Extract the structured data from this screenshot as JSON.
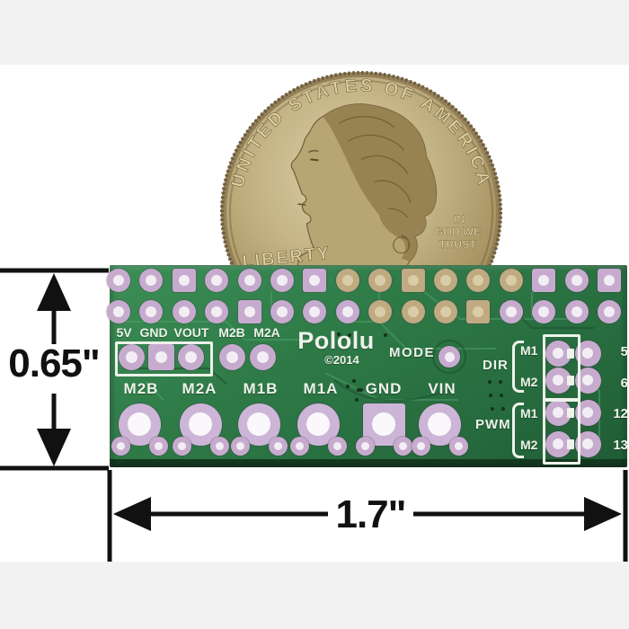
{
  "coin": {
    "top_arc_text": "UNITED STATES OF AMERICA",
    "liberty_text": "LIBERTY",
    "motto_line1": "IN",
    "motto_line2": "GOD WE",
    "motto_line3": "TRUST",
    "colors": {
      "gold_light": "#d9cc9f",
      "gold_dark": "#8a764e"
    }
  },
  "pcb": {
    "logo": "Pololu",
    "copyright": "©2014",
    "mode_label": "MODE",
    "header_pin_labels": [
      "5V",
      "GND",
      "VOUT",
      "M2B",
      "M2A"
    ],
    "dir_group": {
      "label": "DIR",
      "rows": [
        {
          "motor": "M1",
          "pin": "5"
        },
        {
          "motor": "M2",
          "pin": "6"
        }
      ]
    },
    "pwm_group": {
      "label": "PWM",
      "rows": [
        {
          "motor": "M1",
          "pin": "12"
        },
        {
          "motor": "M2",
          "pin": "13"
        }
      ]
    },
    "terminal_labels": [
      "M2B",
      "M2A",
      "M1B",
      "M1A",
      "GND",
      "VIN"
    ],
    "colors": {
      "board_green": "#2e7a47",
      "pad_ring": "#c7abce",
      "silkscreen": "#eef2ea"
    }
  },
  "dimensions": {
    "height_label": "0.65\"",
    "width_label": "1.7\"",
    "line_color": "#111111"
  }
}
